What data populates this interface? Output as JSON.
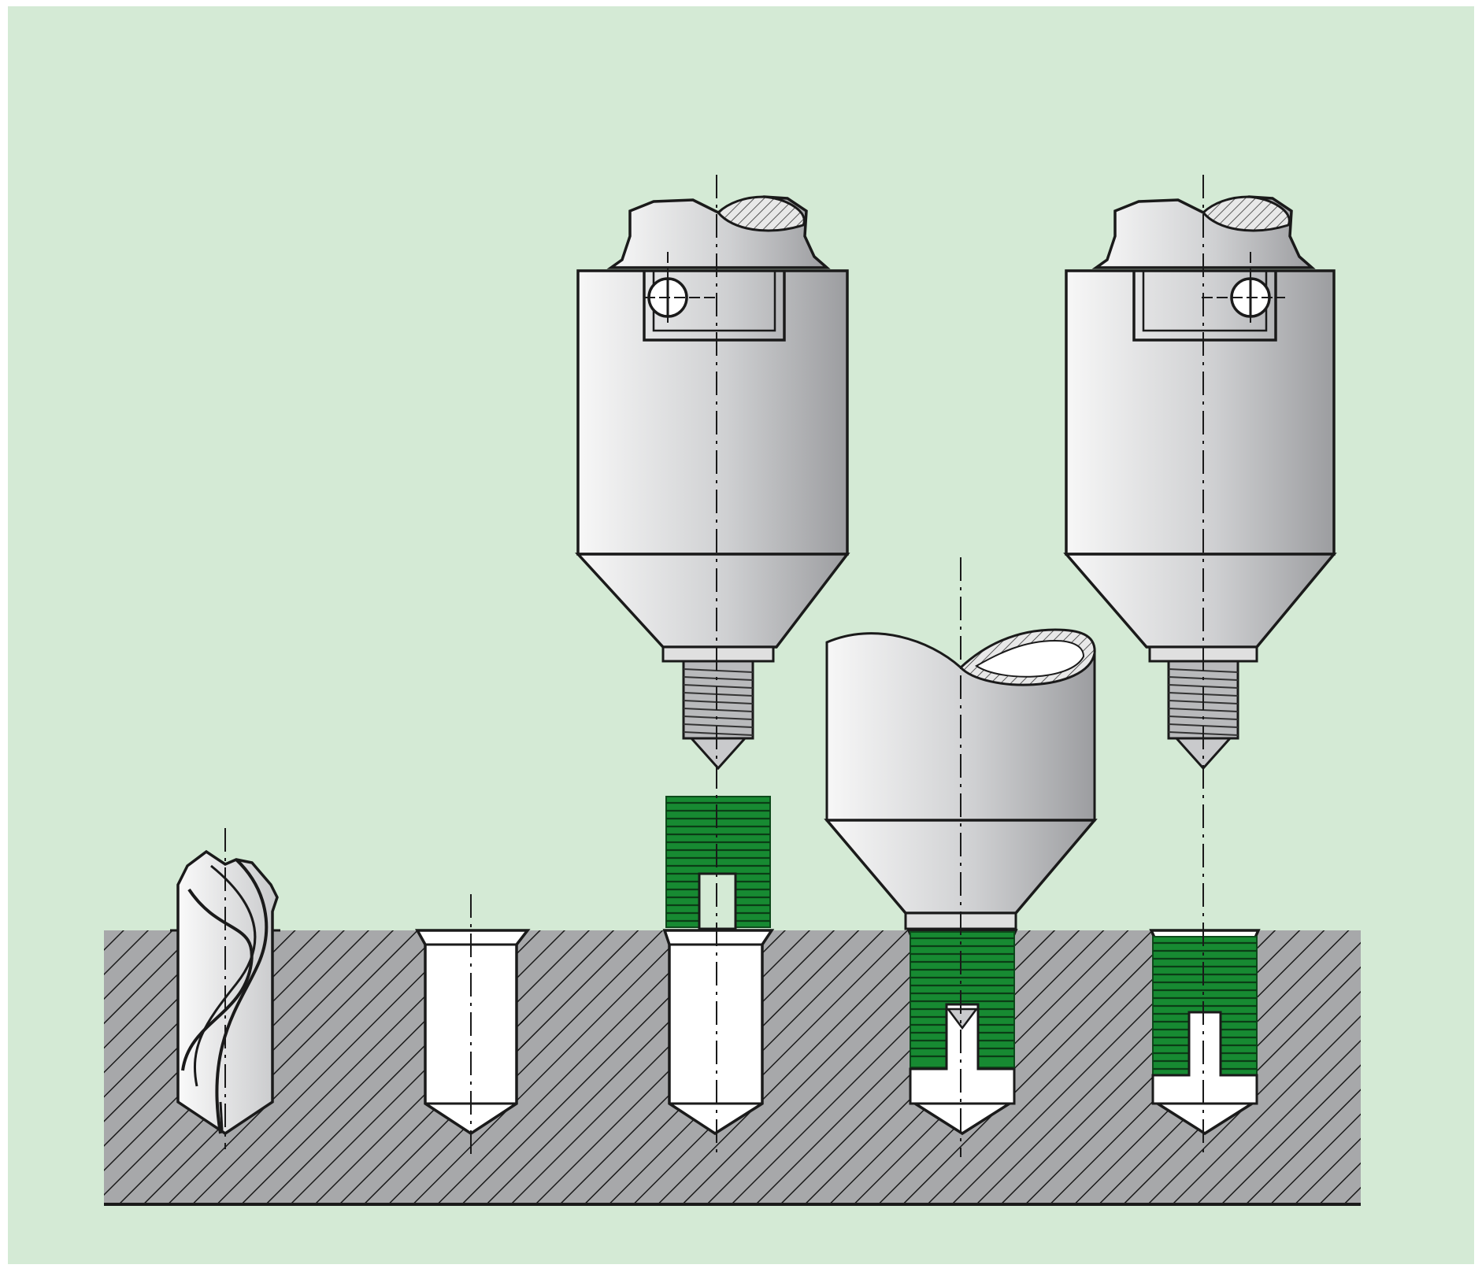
{
  "figure": {
    "background_color": "#d4ead5",
    "workpiece_color": "#a7a8aa",
    "insert_color": "#178a32",
    "body_color_light": "#f3f3f3",
    "body_color_dark": "#9c9da0",
    "line_color": "#1a1a1a"
  },
  "steps": [
    {
      "name": "drilling",
      "icon": "twist-drill-icon"
    },
    {
      "name": "countersunk-hole",
      "icon": "drilled-hole-icon"
    },
    {
      "name": "insert-on-tool",
      "icon": "insert-tool-icon"
    },
    {
      "name": "screwing-in",
      "icon": "insertion-tool-icon"
    },
    {
      "name": "installed-insert",
      "icon": "installed-insert-icon"
    }
  ]
}
